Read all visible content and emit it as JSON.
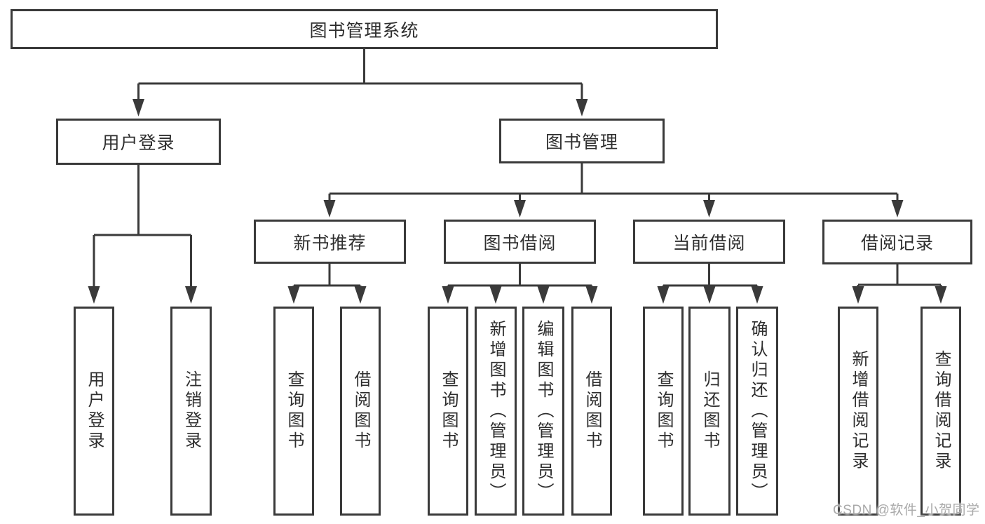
{
  "diagram": {
    "root": {
      "label": "图书管理系统"
    },
    "level2": [
      {
        "label": "用户登录",
        "children": [
          {
            "label": "用户登录"
          },
          {
            "label": "注销登录"
          }
        ]
      },
      {
        "label": "图书管理",
        "children": [
          {
            "label": "新书推荐",
            "children": [
              {
                "label": "查询图书"
              },
              {
                "label": "借阅图书"
              }
            ]
          },
          {
            "label": "图书借阅",
            "children": [
              {
                "label": "查询图书"
              },
              {
                "label": "新增图书（管理员）"
              },
              {
                "label": "编辑图书（管理员）"
              },
              {
                "label": "借阅图书"
              }
            ]
          },
          {
            "label": "当前借阅",
            "children": [
              {
                "label": "查询图书"
              },
              {
                "label": "归还图书"
              },
              {
                "label": "确认归还（管理员）"
              }
            ]
          },
          {
            "label": "借阅记录",
            "children": [
              {
                "label": "新增借阅记录"
              },
              {
                "label": "查询借阅记录"
              }
            ]
          }
        ]
      }
    ]
  },
  "watermark": {
    "text": "CSDN @软件_小贺同学"
  },
  "colors": {
    "line": "#3a3a3a",
    "node_border": "#3a3a3a",
    "node_text": "#2e2e2e",
    "watermark": "#a9a9a9",
    "background": "#ffffff"
  }
}
